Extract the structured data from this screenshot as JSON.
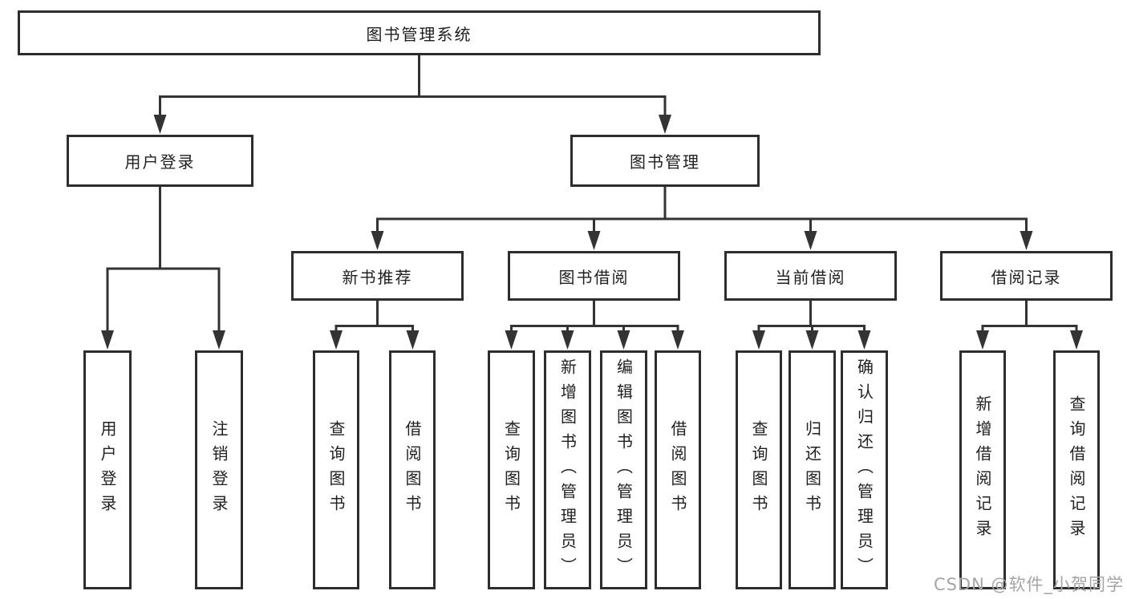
{
  "diagram": {
    "root": {
      "label": "图书管理系统"
    },
    "branches": [
      {
        "label": "用户登录",
        "leaves": [
          {
            "label": "用户登录"
          },
          {
            "label": "注销登录"
          }
        ]
      },
      {
        "label": "图书管理",
        "sections": [
          {
            "label": "新书推荐",
            "leaves": [
              {
                "label": "查询图书"
              },
              {
                "label": "借阅图书"
              }
            ]
          },
          {
            "label": "图书借阅",
            "leaves": [
              {
                "label": "查询图书"
              },
              {
                "label": "新增图书（管理员）"
              },
              {
                "label": "编辑图书（管理员）"
              },
              {
                "label": "借阅图书"
              }
            ]
          },
          {
            "label": "当前借阅",
            "leaves": [
              {
                "label": "查询图书"
              },
              {
                "label": "归还图书"
              },
              {
                "label": "确认归还（管理员）"
              }
            ]
          },
          {
            "label": "借阅记录",
            "leaves": [
              {
                "label": "新增借阅记录"
              },
              {
                "label": "查询借阅记录"
              }
            ]
          }
        ]
      }
    ]
  },
  "watermark": {
    "text": "CSDN @软件_小贺同学"
  },
  "colors": {
    "line": "#333333",
    "border": "#2d2d2d",
    "text": "#1f1f1f",
    "background": "#ffffff",
    "watermark": "#a5a5a5"
  }
}
